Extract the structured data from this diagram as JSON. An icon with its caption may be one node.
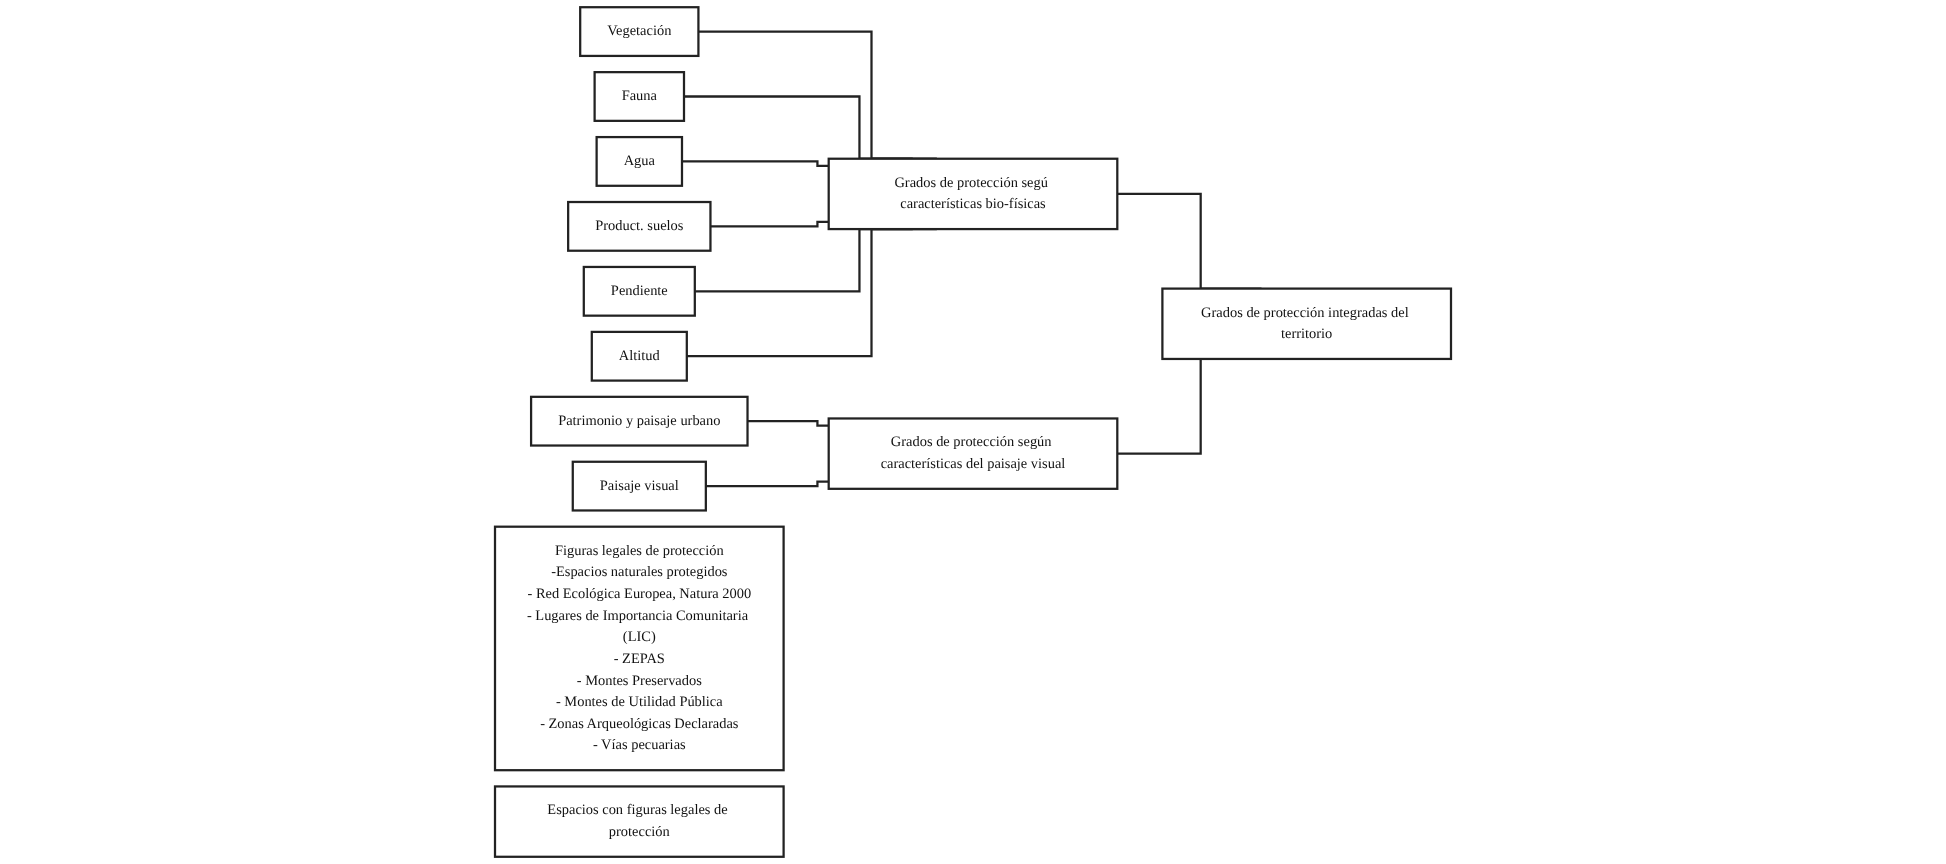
{
  "diagram": {
    "nodes": [
      {
        "text": [
          "Vegetación"
        ]
      },
      {
        "text": [
          "Fauna"
        ]
      },
      {
        "text": [
          "Agua"
        ]
      },
      {
        "text": [
          "Product. suelos"
        ]
      },
      {
        "text": [
          "Pendiente"
        ]
      },
      {
        "text": [
          "Altitud"
        ]
      },
      {
        "text": [
          "Patrimonio y paisaje urbano"
        ]
      },
      {
        "text": [
          "Paisaje visual"
        ]
      },
      {
        "text": [
          "Grados de protección segú características bio-físicas"
        ]
      },
      {
        "text": [
          "Grados de protección según características del paisaje visual"
        ]
      },
      {
        "text": [
          "Grados de protección integradas del territorio"
        ]
      },
      {
        "text": [
          "Figuras legales de protección",
          "-Espacios naturales protegidos",
          "- Red Ecológica Europea, Natura 2000",
          "- Lugares de Importancia Comunitaria (LIC)",
          "- ZEPAS",
          "- Montes Preservados",
          "- Montes de Utilidad Pública",
          "- Zonas Arqueológicas Declaradas",
          "- Vías pecuarias"
        ]
      },
      {
        "text": [
          "Espacios con figuras legales de protección"
        ]
      }
    ],
    "edges": [
      {
        "from": 0,
        "to": 8,
        "arrow": "none"
      },
      {
        "from": 1,
        "to": 8,
        "arrow": "none"
      },
      {
        "from": 2,
        "to": 8,
        "arrow": "none"
      },
      {
        "from": 3,
        "to": 8,
        "arrow": "none"
      },
      {
        "from": 4,
        "to": 8,
        "arrow": "none"
      },
      {
        "from": 5,
        "to": 8,
        "arrow": "none"
      },
      {
        "from": 6,
        "to": 9,
        "arrow": "none"
      },
      {
        "from": 7,
        "to": 9,
        "arrow": "none"
      },
      {
        "from": 8,
        "to": 10,
        "arrow": "none"
      },
      {
        "from": 9,
        "to": 10,
        "arrow": "none"
      }
    ]
  }
}
